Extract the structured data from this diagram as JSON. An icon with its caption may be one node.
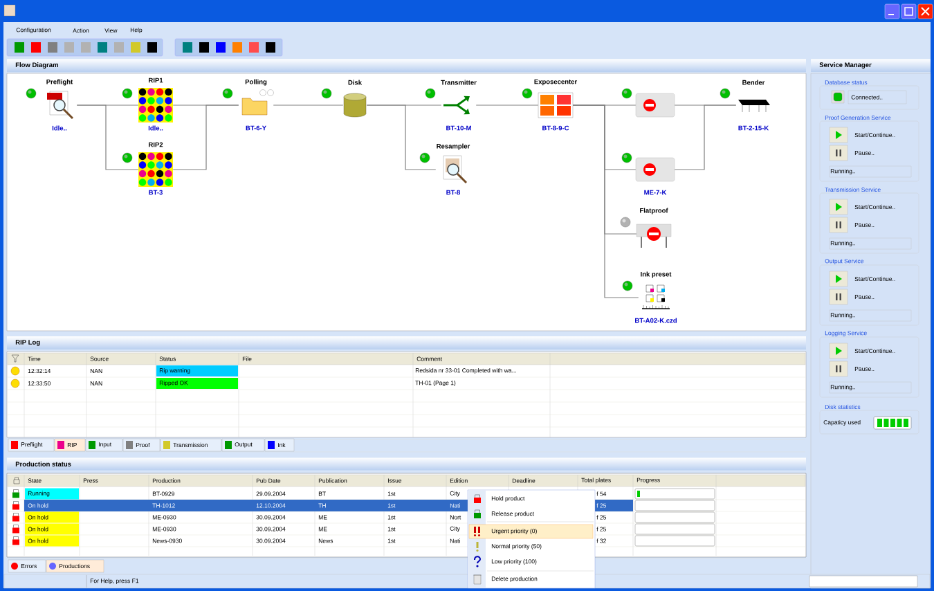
{
  "diagram": {
    "nodes": [
      {
        "text": [
          "Preflight",
          "Idle.."
        ]
      },
      {
        "text": [
          "RIP1",
          "Idle.."
        ]
      },
      {
        "text": [
          "RIP2",
          "BT-3"
        ]
      },
      {
        "text": [
          "Polling",
          "BT-6-Y"
        ]
      },
      {
        "text": [
          "Disk"
        ]
      },
      {
        "text": [
          "Transmitter",
          "BT-10-M"
        ]
      },
      {
        "text": [
          "Resampler",
          "BT-8"
        ]
      },
      {
        "text": [
          "Exposecenter",
          "BT-8-9-C"
        ]
      },
      {
        "text": [],
        "shape": "picture"
      },
      {
        "text": [
          "ME-7-K"
        ]
      },
      {
        "text": [
          "Flatproof"
        ]
      },
      {
        "text": [
          "Ink preset",
          "BT-A02-K.czd"
        ]
      },
      {
        "text": [
          "Bender",
          "BT-2-15-K"
        ]
      }
    ],
    "edges": [
      {
        "from": 0,
        "to": 1,
        "arrow": "none"
      },
      {
        "from": 0,
        "to": 2,
        "arrow": "none"
      },
      {
        "from": 1,
        "to": 3,
        "arrow": "none"
      },
      {
        "from": 2,
        "to": 3,
        "arrow": "none"
      },
      {
        "from": 3,
        "to": 4,
        "arrow": "none"
      },
      {
        "from": 4,
        "to": 5,
        "arrow": "none"
      },
      {
        "from": 4,
        "to": 6,
        "arrow": "none"
      },
      {
        "from": 5,
        "to": 7,
        "arrow": "none"
      },
      {
        "from": 7,
        "to": 8,
        "arrow": "none"
      },
      {
        "from": 7,
        "to": 9,
        "arrow": "none"
      },
      {
        "from": 7,
        "to": 10,
        "arrow": "none"
      },
      {
        "from": 7,
        "to": 11,
        "arrow": "none"
      },
      {
        "from": 8,
        "to": 12,
        "arrow": "none"
      },
      {
        "from": 9,
        "to": 12,
        "arrow": "none"
      }
    ],
    "labels": [
      "Configuration",
      "Action",
      "View",
      "Help",
      "Flow Diagram",
      "Service Manager",
      "Database status",
      "Connected..",
      "Proof Generation Service",
      "Start/Continue..",
      "Pause..",
      "Running..",
      "Transmission Service",
      "Start/Continue..",
      "Pause..",
      "Running..",
      "Output Service",
      "Start/Continue..",
      "Pause..",
      "Running..",
      "Logging Service",
      "Start/Continue..",
      "Pause..",
      "Running..",
      "Disk statistics",
      "Capaticy used",
      "RIP Log",
      "Time",
      "Source",
      "Status",
      "File",
      "Comment",
      "12:32:14",
      "NAN",
      "Rip warning",
      "Redsida nr 33-01 Completed with wa...",
      "12:33:50",
      "NAN",
      "Ripped OK",
      "TH-01 (Page 1)",
      "Preflight",
      "RIP",
      "Input",
      "Proof",
      "Transmission",
      "Output",
      "Ink",
      "Production status",
      "State",
      "Press",
      "Production",
      "Pub Date",
      "Publication",
      "Issue",
      "Edition",
      "Deadline",
      "Total plates",
      "Progress",
      "Running",
      "BT-0929",
      "29.09.2004",
      "BT",
      "1st",
      "City",
      "f 54",
      "On hold",
      "TH-1012",
      "12.10.2004",
      "TH",
      "1st",
      "Nati",
      "f 25",
      "On hold",
      "ME-0930",
      "30.09.2004",
      "ME",
      "1st",
      "Nort",
      "f 25",
      "On hold",
      "ME-0930",
      "30.09.2004",
      "ME",
      "1st",
      "City",
      "f 25",
      "On hold",
      "News-0930",
      "30.09.2004",
      "News",
      "1st",
      "Nati",
      "f 32",
      "Hold product",
      "Release product",
      "Urgent priority (0)",
      "Normal priority (50)",
      "Low priority (100)",
      "Delete production",
      "Errors",
      "Productions",
      "For Help, press F1"
    ]
  }
}
